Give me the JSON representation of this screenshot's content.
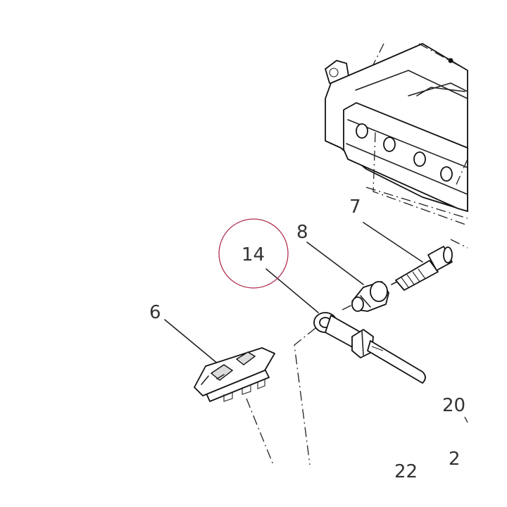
{
  "callouts": {
    "part_6": "6",
    "part_7": "7",
    "part_8": "8",
    "part_14": "14",
    "part_20": "20",
    "part_21": "2",
    "part_22": "22"
  },
  "highlight": {
    "circled_callout": "14",
    "circle_color": "#b03050"
  }
}
